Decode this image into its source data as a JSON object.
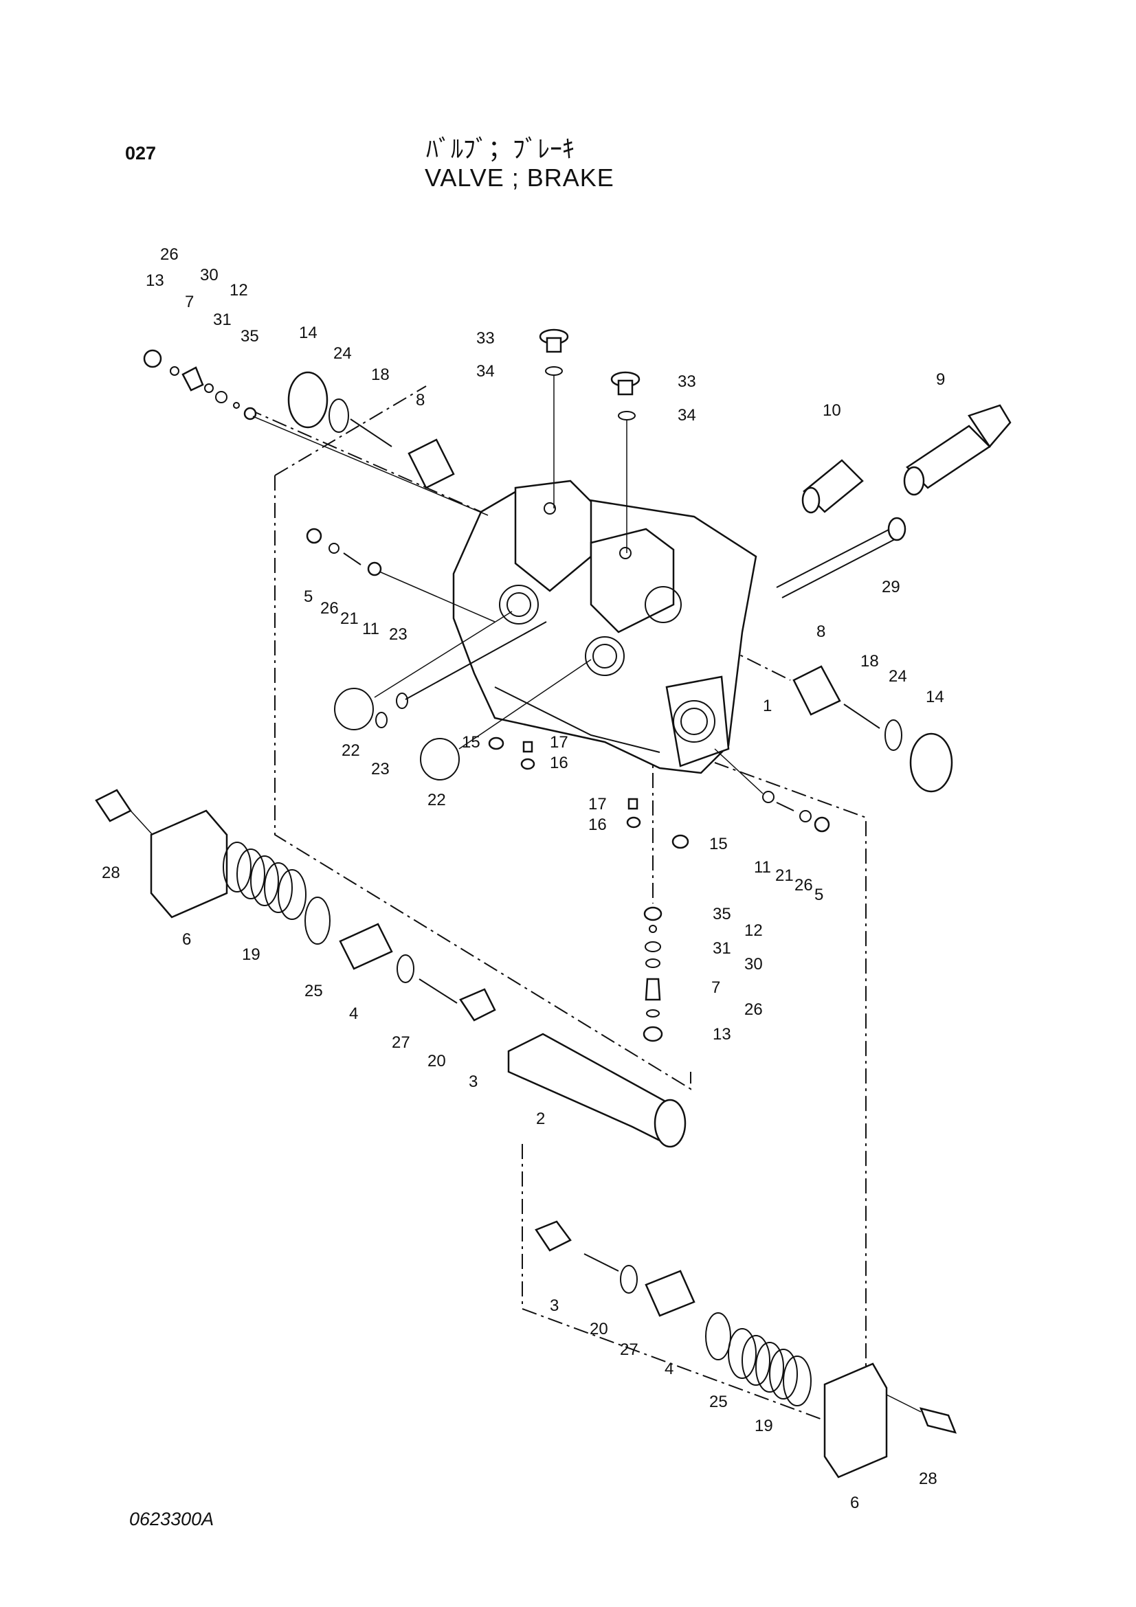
{
  "header": {
    "page_number": "027",
    "title_jp": "ﾊﾞﾙﾌﾞ；ﾌﾞﾚｰｷ",
    "title_en": "VALVE ; BRAKE"
  },
  "footer": {
    "drawing_number": "0623300A"
  },
  "callouts": [
    "26",
    "13",
    "30",
    "7",
    "12",
    "31",
    "35",
    "14",
    "24",
    "18",
    "8",
    "33",
    "34",
    "33",
    "34",
    "10",
    "9",
    "5",
    "26",
    "21",
    "11",
    "23",
    "29",
    "22",
    "23",
    "22",
    "15",
    "17",
    "16",
    "8",
    "18",
    "24",
    "14",
    "1",
    "17",
    "16",
    "11",
    "21",
    "26",
    "5",
    "15",
    "28",
    "6",
    "19",
    "25",
    "4",
    "27",
    "20",
    "3",
    "2",
    "35",
    "12",
    "31",
    "30",
    "7",
    "26",
    "13",
    "3",
    "20",
    "27",
    "4",
    "25",
    "19",
    "6",
    "28"
  ]
}
